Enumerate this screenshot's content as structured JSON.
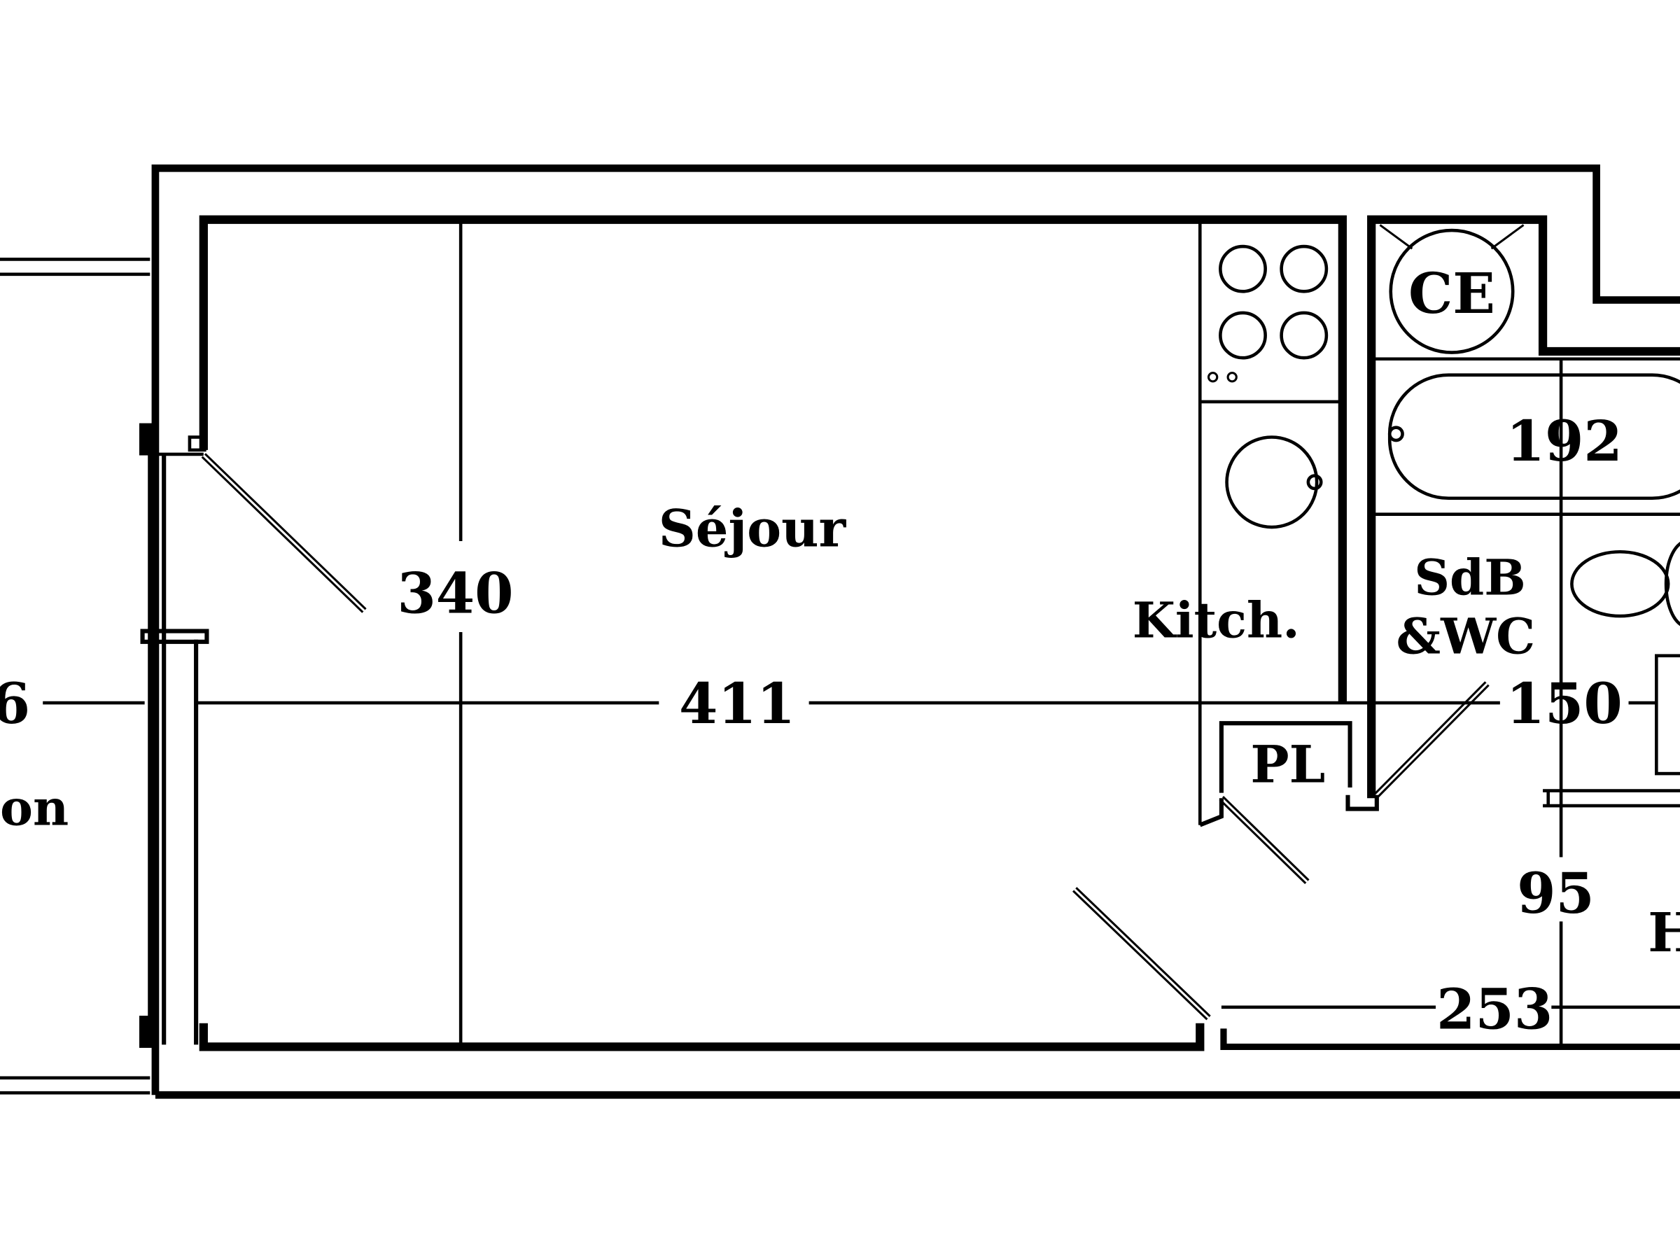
{
  "plan": {
    "rooms": {
      "sejour": "Séjour",
      "kitchen": "Kitch.",
      "bath_line1": "SdB",
      "bath_line2": "&WC",
      "placard": "PL",
      "cumulus": "CE",
      "balcony_partial": "on",
      "hall_partial": "H"
    },
    "dimensions": {
      "sejour_depth": "340",
      "sejour_width": "411",
      "left_partial": "6",
      "bath_length": "192",
      "bath_width": "150",
      "hall_depth": "95",
      "hall_length": "253"
    },
    "colors": {
      "line": "#000000",
      "background": "#ffffff"
    }
  }
}
